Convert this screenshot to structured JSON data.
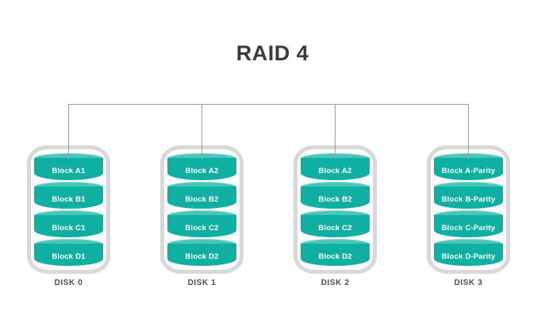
{
  "title": "RAID 4",
  "colors": {
    "teal_body": "#0fb0a3",
    "teal_top": "#48c6ba",
    "case_border": "#d8d8d8",
    "case_fill": "#fbfbfb",
    "connector": "#9e9e9e",
    "title_text": "#3b3b3b",
    "disk_label_text": "#4a4a4a",
    "block_text": "#ffffff"
  },
  "disks": [
    {
      "name": "DISK 0",
      "blocks": [
        "Block A1",
        "Block B1",
        "Block C1",
        "Block D1"
      ]
    },
    {
      "name": "DISK 1",
      "blocks": [
        "Block A2",
        "Block B2",
        "Block C2",
        "Block D2"
      ]
    },
    {
      "name": "DISK 2",
      "blocks": [
        "Block A2",
        "Block B2",
        "Block C2",
        "Block D2"
      ]
    },
    {
      "name": "DISK 3",
      "blocks": [
        "Block A-Parity",
        "Block B-Parity",
        "Block C-Parity",
        "Block D-Parity"
      ]
    }
  ]
}
